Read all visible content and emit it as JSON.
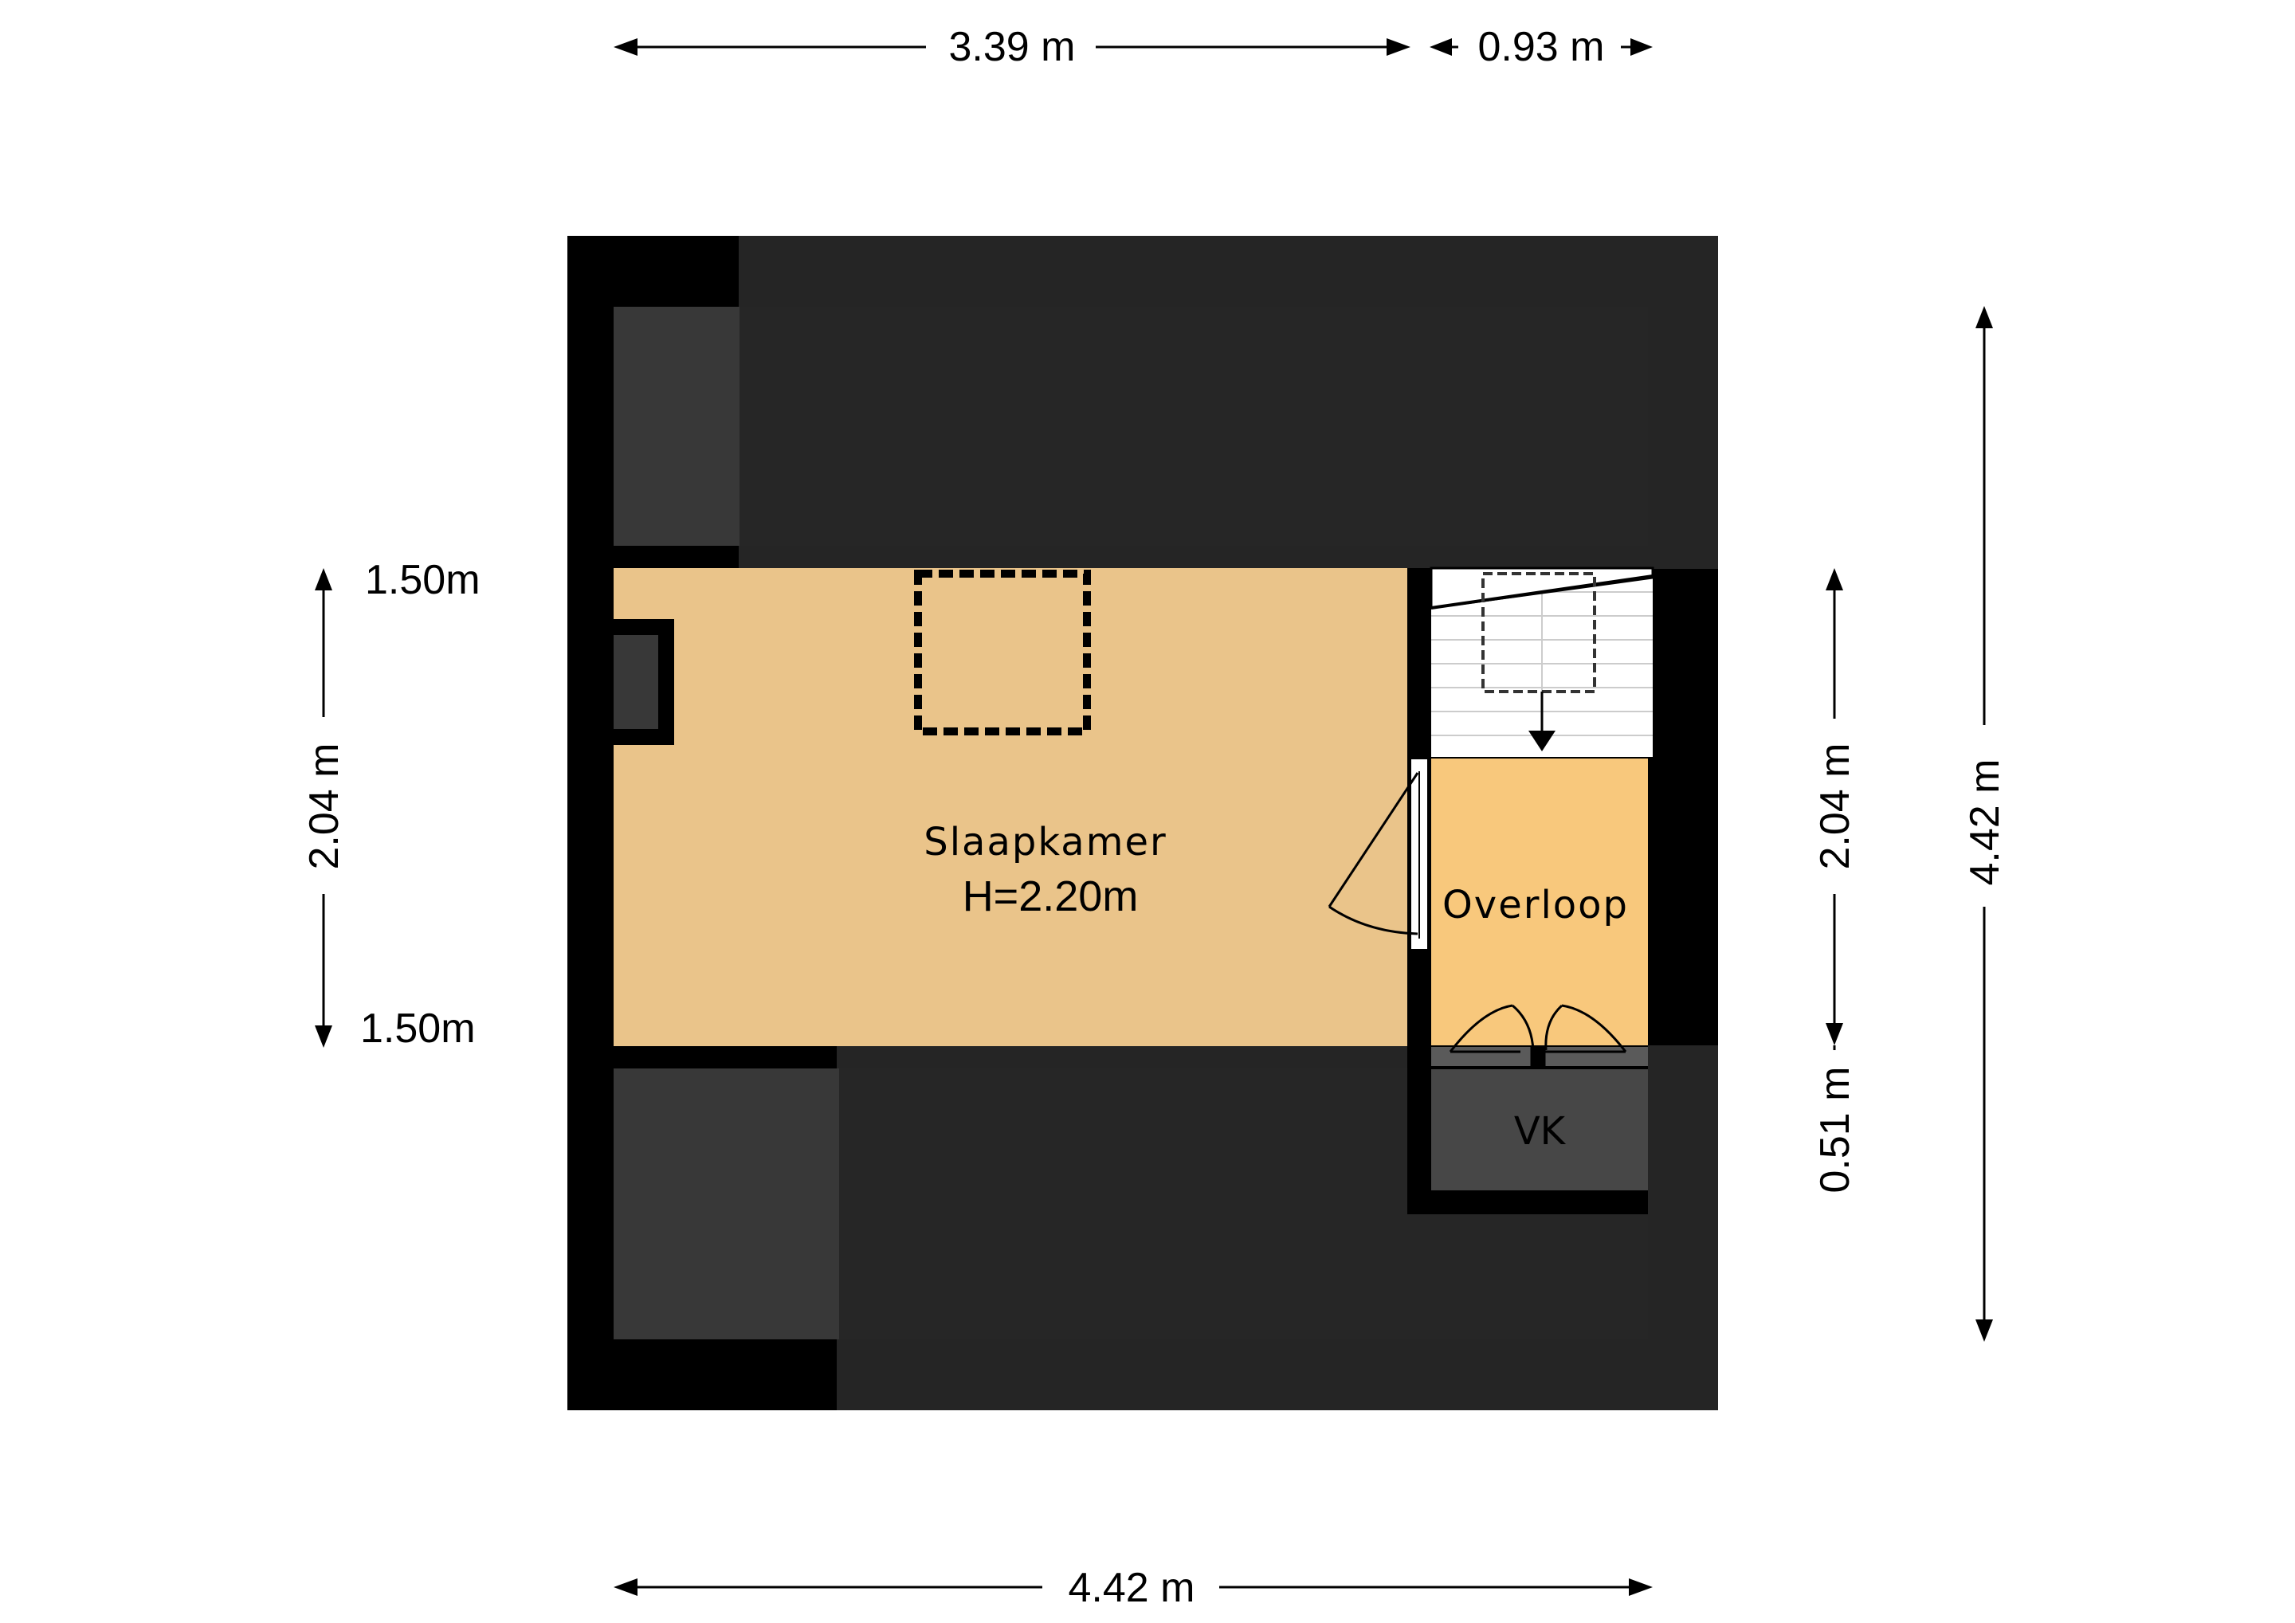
{
  "colors": {
    "wall": "#000000",
    "roof_area_dark": "#252525",
    "roof_area_light": "#383838",
    "bedroom_floor": "#eac48a",
    "landing_floor": "#f8c87c",
    "cupboard_floor": "#474747",
    "stair": "#ffffff",
    "background": "#ffffff"
  },
  "rooms": {
    "bedroom": {
      "name": "Slaapkamer",
      "height": "H=2.20m"
    },
    "landing": {
      "name": "Overloop"
    },
    "cupboard": {
      "name": "VK"
    }
  },
  "dimensions": {
    "top_left": "3.39 m",
    "top_right": "0.93 m",
    "bottom": "4.42 m",
    "left_height": "2.04 m",
    "left_top_label": "1.50m",
    "left_bottom_label": "1.50m",
    "right_inner_upper": "2.04 m",
    "right_inner_lower": "0.51 m",
    "right_outer": "4.42 m"
  },
  "icons": {
    "stair_direction": "arrow-down-icon",
    "skylight": "dashed-square-icon",
    "door_swing": "door-arc-icon"
  }
}
